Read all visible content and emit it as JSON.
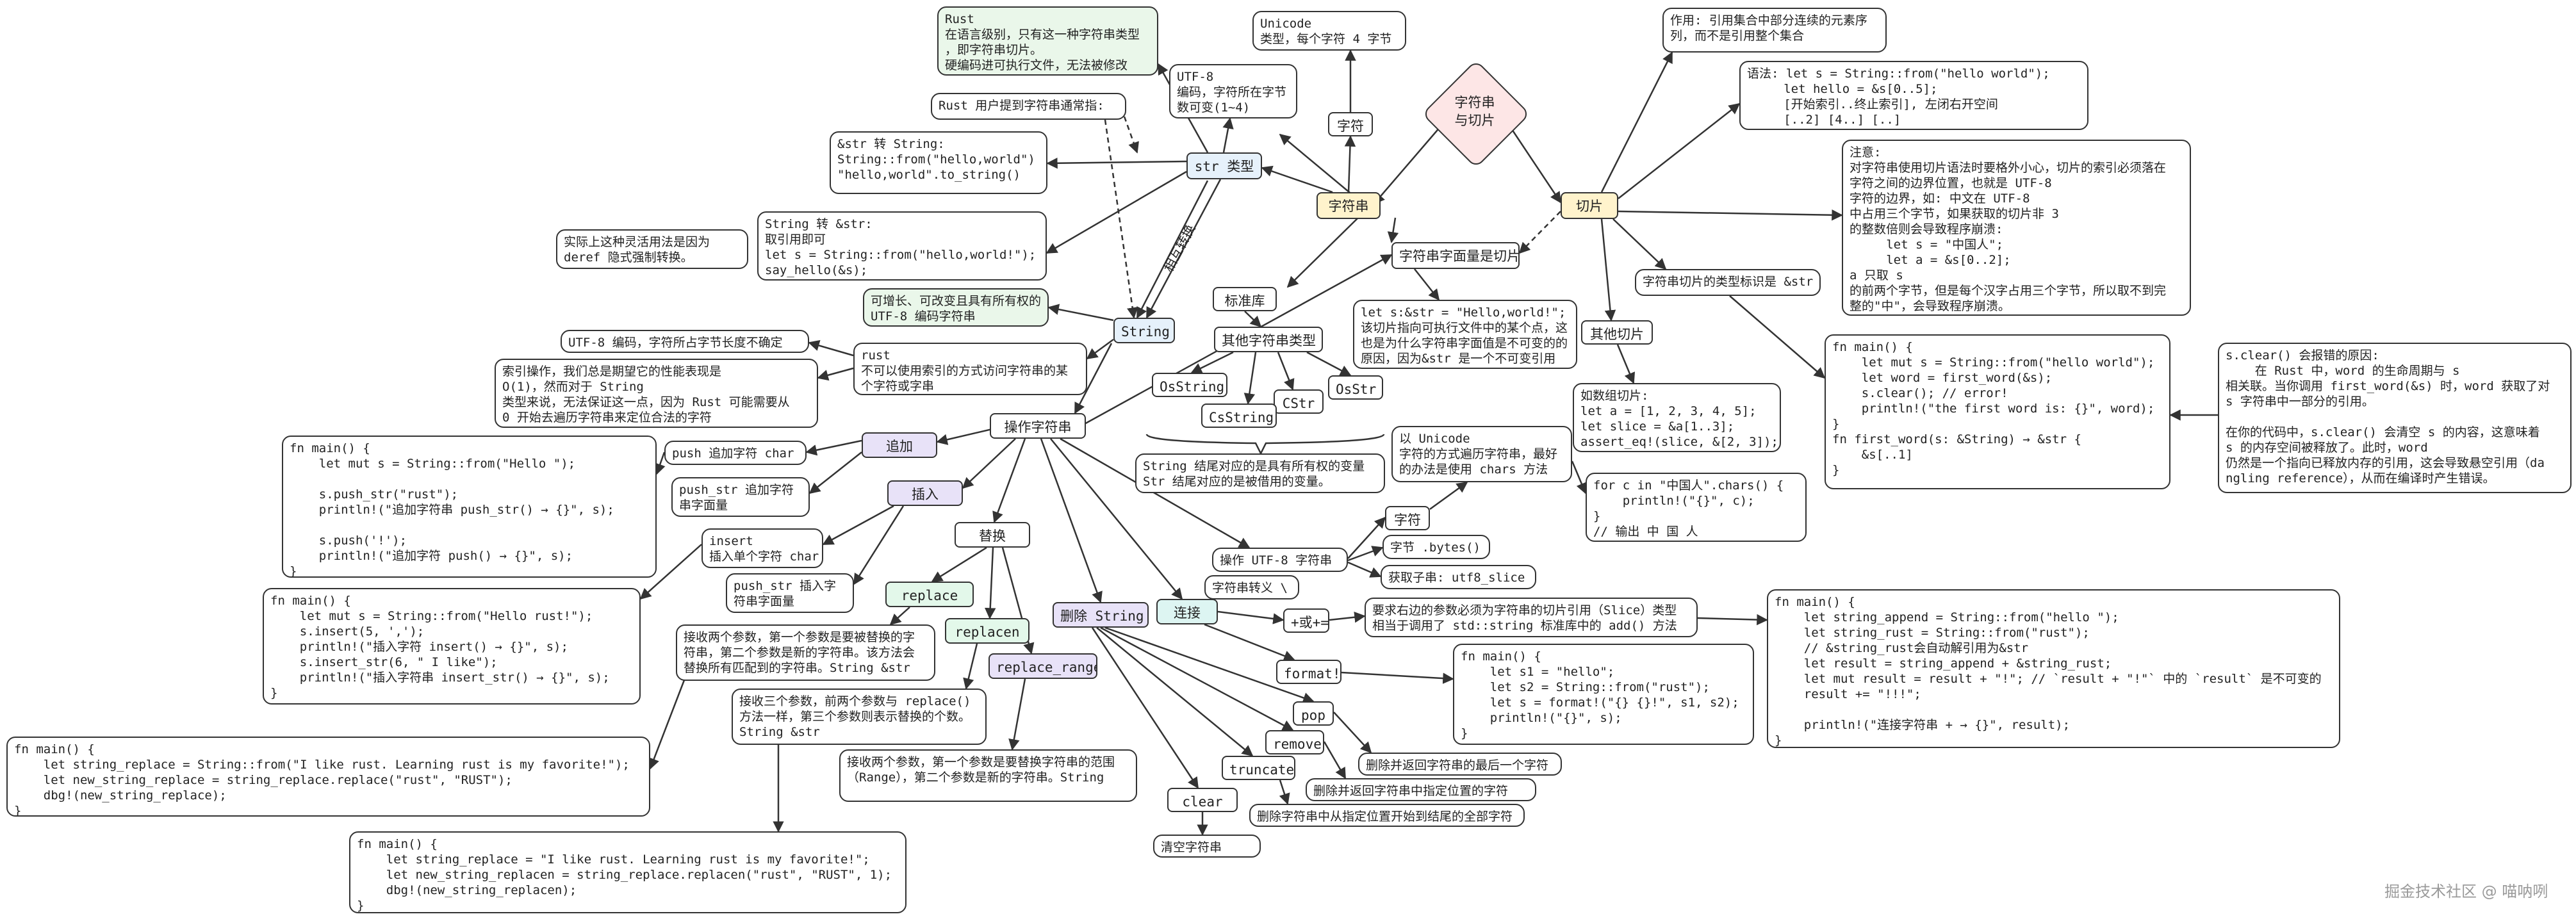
{
  "root": "字符串\n与切片",
  "watermark": "掘金技术社区 @ 喵呐咧",
  "nodes": {
    "zifuchuan": "字符串",
    "qiepian": "切片",
    "str_type": "str 类型",
    "zifu": "字符",
    "unicode": "Unicode\n类型，每个字符 4 字节",
    "utf8": "UTF-8\n编码，字符所在字节\n数可变(1~4)",
    "rust_note": "Rust\n在语言级别，只有这一种字符串类型\n，即字符串切片。\n硬编码进可执行文件，无法被修改",
    "rust_user": "Rust 用户提到字符串通常指:",
    "str_to_string": "&str 转 String:\nString::from(\"hello,world\")\n\"hello,world\".to_string()",
    "string_to_str": "String 转 &str:\n取引用即可\nlet s = String::from(\"hello,world!\");\nsay_hello(&s);",
    "deref": "实际上这种灵活用法是因为\nderef 隐式强制转换。",
    "xianghu": "相互转换",
    "growable": "可增长、可改变且具有所有权的\nUTF-8 编码字符串",
    "string": "String",
    "biaozhunku": "标准库",
    "qita_types": "其他字符串类型",
    "osstring": "OsString",
    "osstr": "OsStr",
    "cstr": "CStr",
    "cstring": "CsString",
    "suffix_note": "String 结尾对应的是具有所有权的变量\nStr 结尾对应的是被借用的变量。",
    "literal_is_slice": "字符串字面量是切片",
    "literal_example": "let s:&str = \"Hello,world!\";\n该切片指向可执行文件中的某个点，这\n也是为什么字符串字面值是不可变的的\n原因，因为&str 是一个不可变引用",
    "utf8_len": "UTF-8 编码，字符所占字节长度不确定",
    "index_note": "索引操作，我们总是期望它的性能表现是\nO(1)，然而对于 String\n类型来说，无法保证这一点，因为 Rust 可能需要从\n0 开始去遍历字符串来定位合法的字符",
    "rust_no_index": "rust\n不可以使用索引的方式访问字符串的某\n个字符或字串",
    "caozuo": "操作字符串",
    "zhuijia": "追加",
    "push": "push 追加字符 char",
    "push_str": "push_str 追加字符\n串字面量",
    "push_code": "fn main() {\n    let mut s = String::from(\"Hello \");\n\n    s.push_str(\"rust\");\n    println!(\"追加字符串 push_str() → {}\", s);\n\n    s.push('!');\n    println!(\"追加字符 push() → {}\", s);\n}",
    "charu": "插入",
    "insert": "insert\n插入单个字符 char",
    "insert_str": "push_str 插入字\n符串字面量",
    "insert_code": "fn main() {\n    let mut s = String::from(\"Hello rust!\");\n    s.insert(5, ',');\n    println!(\"插入字符 insert() → {}\", s);\n    s.insert_str(6, \" I like\");\n    println!(\"插入字符串 insert_str() → {}\", s);\n}",
    "tihuan": "替换",
    "replace": "replace",
    "replacen": "replacen",
    "replace_range": "replace_range",
    "replace_desc": "接收两个参数，第一个参数是要被替换的字\n符串，第二个参数是新的字符串。该方法会\n替换所有匹配到的字符串。String &str",
    "replacen_desc": "接收三个参数，前两个参数与 replace()\n方法一样，第三个参数则表示替换的个数。\nString &str",
    "replace_range_desc": "接收两个参数，第一个参数是要替换字符串的范围\n（Range），第二个参数是新的字符串。String",
    "replace_code": "fn main() {\n    let string_replace = String::from(\"I like rust. Learning rust is my favorite!\");\n    let new_string_replace = string_replace.replace(\"rust\", \"RUST\");\n    dbg!(new_string_replace);\n}",
    "replacen_code": "fn main() {\n    let string_replace = \"I like rust. Learning rust is my favorite!\";\n    let new_string_replacen = string_replace.replacen(\"rust\", \"RUST\", 1);\n    dbg!(new_string_replacen);\n}",
    "shanchu": "删除 String",
    "pop": "pop",
    "remove": "remove",
    "truncate": "truncate",
    "clear": "clear",
    "pop_desc": "删除并返回字符串的最后一个字符",
    "remove_desc": "删除并返回字符串中指定位置的字符",
    "truncate_desc": "删除字符串中从指定位置开始到结尾的全部字符",
    "clear_desc": "清空字符串",
    "lianjie": "连接",
    "plus": "+或+=",
    "plus_desc": "要求右边的参数必须为字符串的切片引用（Slice）类型\n相当于调用了 std::string 标准库中的 add() 方法",
    "plus_code": "fn main() {\n    let string_append = String::from(\"hello \");\n    let string_rust = String::from(\"rust\");\n    // &string_rust会自动解引用为&str\n    let result = string_append + &string_rust;\n    let mut result = result + \"!\"; // `result + \"!\"` 中的 `result` 是不可变的\n    result += \"!!!\";\n\n    println!(\"连接字符串 + → {}\", result);\n}",
    "format": "format!",
    "format_code": "fn main() {\n    let s1 = \"hello\";\n    let s2 = String::from(\"rust\");\n    let s = format!(\"{} {}!\", s1, s2);\n    println!(\"{}\", s);\n}",
    "utf8_ops": "操作 UTF-8 字符串",
    "escape": "字符串转义 \\",
    "zifu2": "字符",
    "bytes": "字节 .bytes()",
    "utf8_slice": "获取子串: utf8_slice",
    "chars_desc": "以 Unicode\n字符的方式遍历字符串，最好\n的办法是使用 chars 方法",
    "chars_code": "for c in \"中国人\".chars() {\n    println!(\"{}\", c);\n}\n// 输出 中 国 人",
    "zuoyong": "作用: 引用集合中部分连续的元素序\n列，而不是引用整个集合",
    "syntax": "语法: let s = String::from(\"hello world\");\n     let hello = &s[0..5];\n     [开始索引..终止索引], 左闭右开空间\n     [..2] [4..] [..]",
    "zhuyi": "注意:\n对字符串使用切片语法时要格外小心，切片的索引必须落在\n字符之间的边界位置，也就是 UTF-8\n字符的边界，如: 中文在 UTF-8\n中占用三个字节，如果获取的切片非 3\n的整数倍则会导致程序崩溃:\n     let s = \"中国人\";\n     let a = &s[0..2];\na 只取 s\n的前两个字节，但是每个汉字占用三个字节，所以取不到完\n整的\"中\"，会导致程序崩溃。",
    "slice_type": "字符串切片的类型标识是 &str",
    "qita_qiepian": "其他切片",
    "array_slice": "如数组切片:\nlet a = [1, 2, 3, 4, 5];\nlet slice = &a[1..3];\nassert_eq!(slice, &[2, 3]);",
    "first_word_code": "fn main() {\n    let mut s = String::from(\"hello world\");\n    let word = first_word(&s);\n    s.clear(); // error!\n    println!(\"the first word is: {}\", word);\n}\nfn first_word(s: &String) → &str {\n    &s[..1]\n}",
    "clear_error": "s.clear() 会报错的原因:\n    在 Rust 中，word 的生命周期与 s\n相关联。当你调用 first_word(&s) 时，word 获取了对\ns 字符串中一部分的引用。\n\n在你的代码中，s.clear() 会清空 s 的内容，这意味着\ns 的内存空间被释放了。此时，word\n仍然是一个指向已释放内存的引用，这会导致悬空引用（da\nngling reference），从而在编译时产生错误。"
  }
}
